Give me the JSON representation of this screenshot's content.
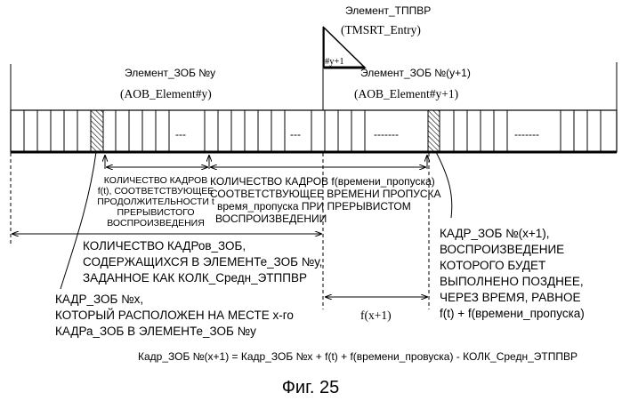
{
  "tmsrt": {
    "title": "Элемент_ТППВР",
    "subtitle": "(TMSRT_Entry)",
    "marker": "#y+1"
  },
  "aob_y": {
    "title": "Элемент_ЗОБ №у",
    "subtitle": "(AOB_Element#y)"
  },
  "aob_y1": {
    "title": "Элемент_ЗОБ №(y+1)",
    "subtitle": "(AOB_Element#y+1)"
  },
  "ellipsis": [
    "---",
    "---",
    "-------",
    "-------"
  ],
  "ft_label": [
    "КОЛИЧЕСТВО КАДРОВ",
    "f(t), СООТВЕТСТВУЮЩЕЕ",
    "ПРОДОЛЖИТЕЛЬНОСТИ t",
    "ПРЕРЫВИСТОГО",
    "ВОСПРОИЗВЕДЕНИЯ"
  ],
  "skip_label": [
    "КОЛИЧЕСТВО КАДРОВ f(времени_пропуска)",
    "СООТВЕТСТВУЮЩЕЕ ВРЕМЕНИ ПРОПУСКА",
    "время_пропуска  ПРИ ПРЕРЫВИСТОМ",
    "ВОСПРОИЗВЕДЕНИИ"
  ],
  "avg_label": [
    "КОЛИЧЕСТВО КАДРов_ЗОБ,",
    "СОДЕРЖАЩИХСЯ В ЭЛЕМЕНТе_ЗОБ №у,",
    "ЗАДАННОЕ КАК КОЛК_Средн_ЭТППВР"
  ],
  "frame_x_label": [
    "КАДР_ЗОБ №х,",
    "КОТОРЫЙ РАСПОЛОЖЕН НА МЕСТЕ  х-го",
    "КАДРа_ЗОБ В ЭЛЕМЕНТе_ЗОБ №у"
  ],
  "frame_x1_label": [
    "КАДР_ЗОБ №(х+1),",
    "ВОСПРОИЗВЕДЕНИЕ",
    "КОТОРОГО  БУДЕТ",
    "ВЫПОЛНЕНО ПОЗДНЕЕ,",
    "ЧЕРЕЗ ВРЕМЯ, РАВНОЕ",
    "f(t) + f(времени_пропуска)"
  ],
  "fx1": "f(x+1)",
  "formula": "Кадр_ЗОБ №(x+1) = Кадр_ЗОБ №x + f(t) + f(времени_провуска) - КОЛК_Средн_ЭТППВР",
  "caption": "Фиг. 25"
}
